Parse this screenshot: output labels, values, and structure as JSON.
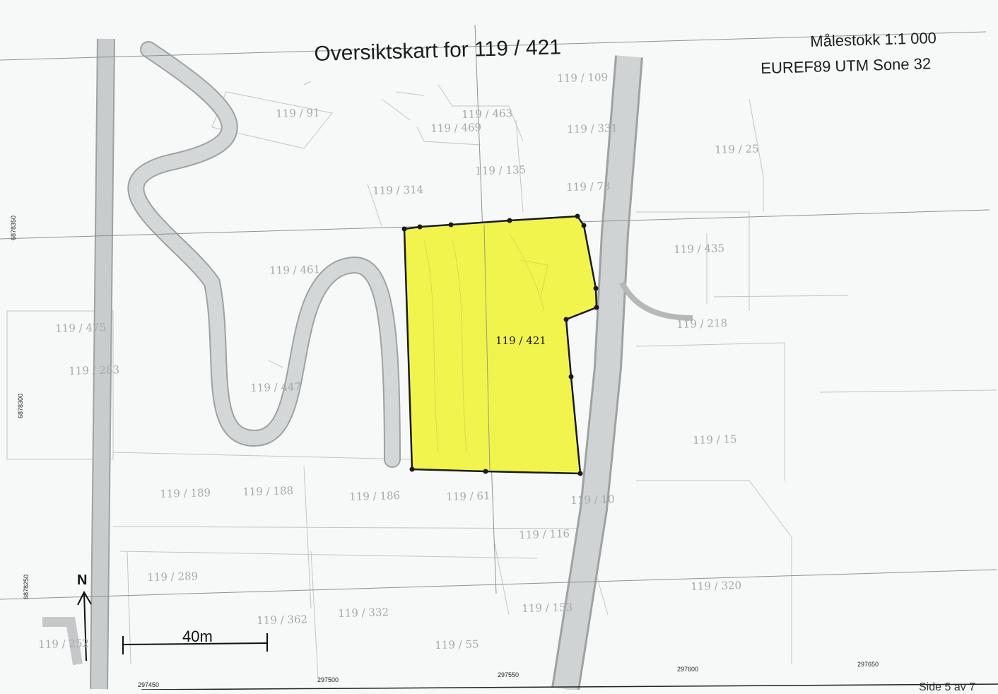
{
  "title": "Oversiktskart for 119 / 421",
  "scale": "Målestokk 1:1 000",
  "datum": "EUREF89 UTM Sone 32",
  "page_indicator": "Side 5 av 7",
  "north_label": "N",
  "scalebar_label": "40m",
  "main_parcel": {
    "label": "119 / 421",
    "fill": "#f2f44e",
    "outline": "#1a1a1a"
  },
  "parcels": [
    "119 / 91",
    "119 / 463",
    "119 / 469",
    "119 / 109",
    "119 / 331",
    "119 / 25",
    "119 / 135",
    "119 / 314",
    "119 / 73",
    "119 / 435",
    "119 / 461",
    "119 / 218",
    "119 / 475",
    "119 / 283",
    "119 / 447",
    "119 / 15",
    "119 / 189",
    "119 / 188",
    "119 / 186",
    "119 / 61",
    "119 / 10",
    "119 / 116",
    "119 / 289",
    "119 / 320",
    "119 / 153",
    "119 / 362",
    "119 / 332",
    "119 / 252",
    "119 / 55"
  ],
  "easting_ticks": [
    "297450",
    "297500",
    "297550",
    "297600",
    "297650"
  ],
  "northing_ticks": [
    "6878350",
    "6878300",
    "6878250"
  ],
  "colors": {
    "road": "#c9cccd",
    "road_edge": "#9ea2a3",
    "boundary": "#c0c3c3",
    "grid": "#8e9294",
    "background": "#f7f8f8"
  }
}
